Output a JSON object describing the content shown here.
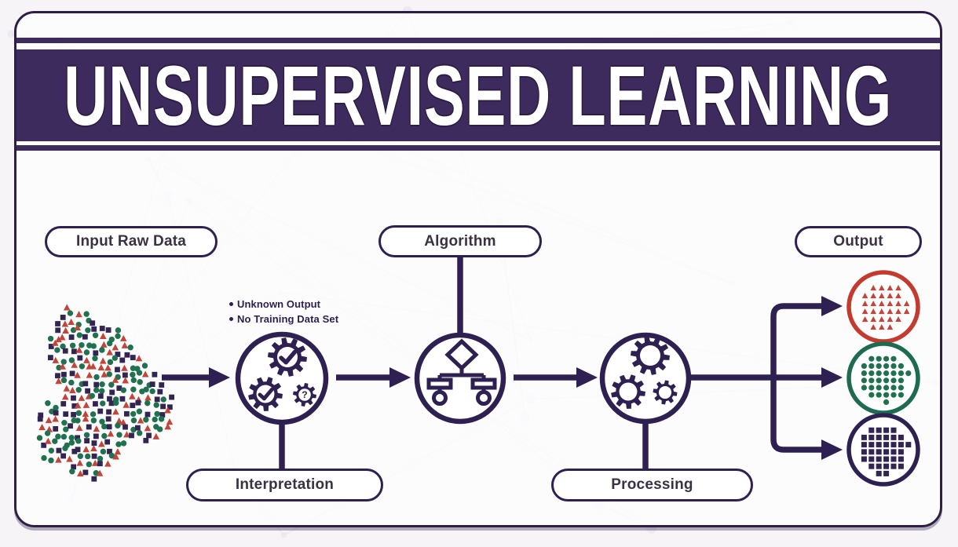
{
  "title": {
    "text": "UNSUPERVISED LEARNING"
  },
  "labels": {
    "input": "Input Raw Data",
    "algorithm": "Algorithm",
    "output": "Output",
    "interpretation": "Interpretation",
    "processing": "Processing"
  },
  "notes": {
    "items": [
      "Unknown Output",
      "No Training Data Set"
    ]
  },
  "card": {
    "banner_color": "#3d2b5e",
    "border_color": "#2c1e45",
    "background": "#ffffff"
  },
  "colors": {
    "stroke": "#2e2050",
    "pill_text": "#3a3142",
    "page_bg": "#f6f4f7",
    "pattern": "#e9e4ee",
    "scatter_green": "#20714f",
    "scatter_red": "#c2453a",
    "scatter_purple": "#322551"
  },
  "icons": {
    "interpretation": "gears-with-checkmarks-and-question-icon",
    "algorithm": "flowchart-branch-icon",
    "processing": "three-gears-icon"
  },
  "input_scatter": {
    "description": "unclustered mixture of green circles, red triangles and purple squares",
    "marker_shapes": [
      "circle",
      "triangle",
      "square"
    ],
    "marker_colors": [
      "#20714f",
      "#c2453a",
      "#322551"
    ]
  },
  "output_clusters": [
    {
      "name": "triangle-cluster",
      "ring_color": "#c23b2e",
      "marker": "triangle",
      "marker_color": "#c2453a"
    },
    {
      "name": "circle-cluster",
      "ring_color": "#1d6b50",
      "marker": "circle",
      "marker_color": "#20714f"
    },
    {
      "name": "square-cluster",
      "ring_color": "#2e2050",
      "marker": "square",
      "marker_color": "#322551"
    }
  ]
}
